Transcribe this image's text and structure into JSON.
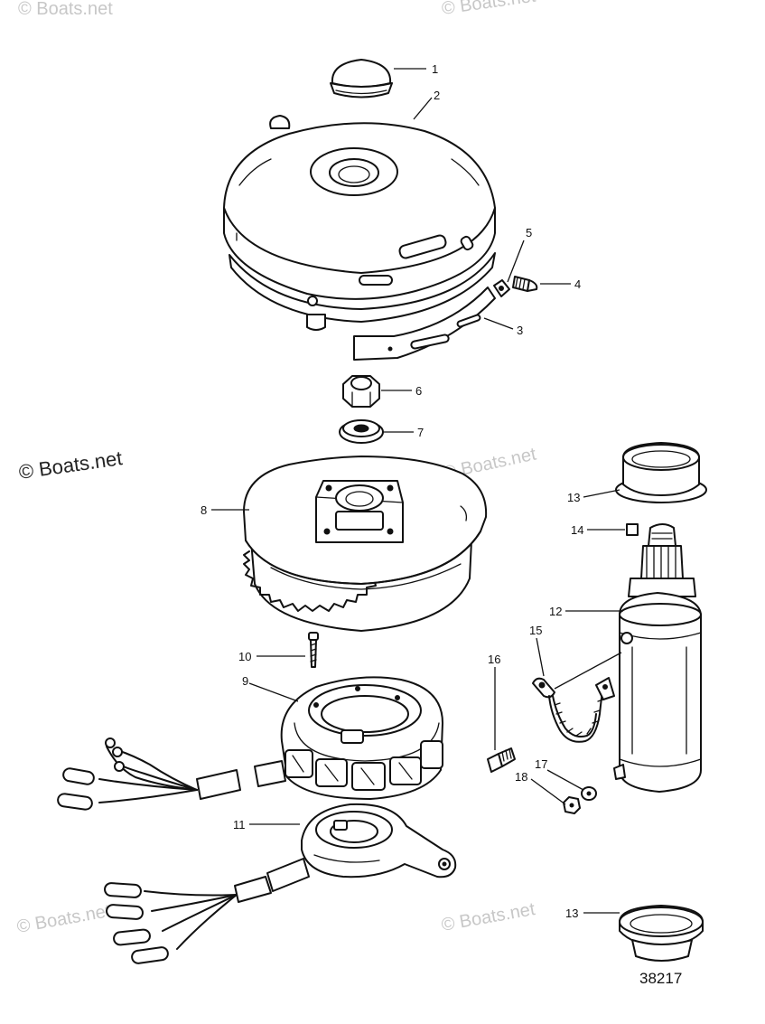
{
  "watermarks": {
    "top_left": "© Boats.net",
    "top_mid": "© Boats.net",
    "left_main": "© Boats.net",
    "mid_right": "© Boats.net",
    "bottom_left": "© Boats.net",
    "bottom_mid": "© Boats.net"
  },
  "callouts": {
    "c1": "1",
    "c2": "2",
    "c3": "3",
    "c4": "4",
    "c5": "5",
    "c6": "6",
    "c7": "7",
    "c8": "8",
    "c9": "9",
    "c10": "10",
    "c11": "11",
    "c12": "12",
    "c13a": "13",
    "c13b": "13",
    "c14": "14",
    "c15": "15",
    "c16": "16",
    "c17": "17",
    "c18": "18"
  },
  "figure_number": "38217"
}
